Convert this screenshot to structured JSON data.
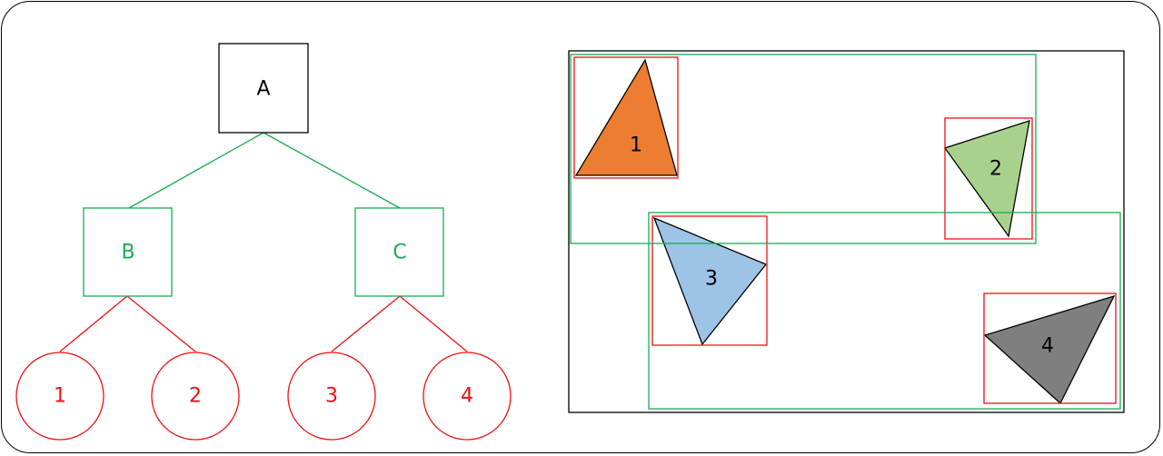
{
  "colors": {
    "black": "#000000",
    "green": "#1aaa55",
    "red": "#ee1111",
    "orange": "#ed7d31",
    "light_green": "#a9d18e",
    "light_blue": "#9dc3e6",
    "gray": "#7f7f7f"
  },
  "tree": {
    "root": {
      "label": "A"
    },
    "internal": [
      {
        "label": "B",
        "children": [
          "1",
          "2"
        ]
      },
      {
        "label": "C",
        "children": [
          "3",
          "4"
        ]
      }
    ],
    "leaves": [
      {
        "label": "1"
      },
      {
        "label": "2"
      },
      {
        "label": "3"
      },
      {
        "label": "4"
      }
    ]
  },
  "spatial": {
    "triangles": [
      {
        "label": "1",
        "fill": "orange"
      },
      {
        "label": "2",
        "fill": "light_green"
      },
      {
        "label": "3",
        "fill": "light_blue"
      },
      {
        "label": "4",
        "fill": "gray"
      }
    ]
  }
}
